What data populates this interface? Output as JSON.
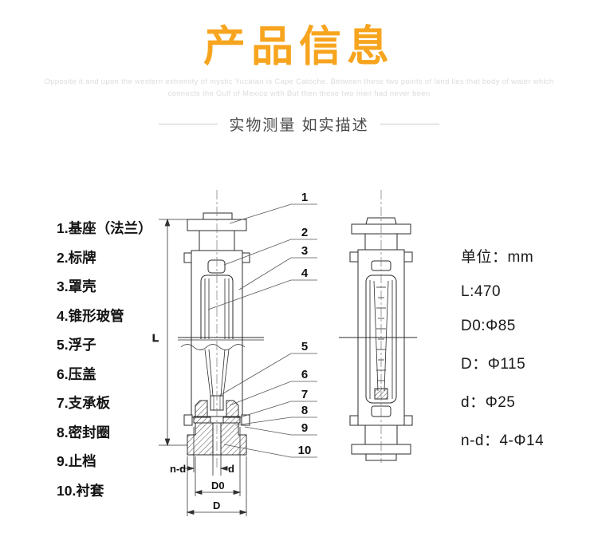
{
  "header": {
    "title": "产品信息",
    "tagline_line1": "Opposite it and upon the western extremity of mystic Yucatan is Cape Catoche.  Between these two points of land lies that body of water which",
    "tagline_line2": "connects the Gulf of Mexico with But then these two men had never been",
    "section_heading": "实物测量 如实描述"
  },
  "parts_list": [
    "1.基座（法兰）",
    "2.标牌",
    "3.罩壳",
    "4.锥形玻管",
    "5.浮子",
    "6.压盖",
    "7.支承板",
    "8.密封圈",
    "9.止档",
    "10.衬套"
  ],
  "diagram": {
    "callouts": [
      "1",
      "2",
      "3",
      "4",
      "5",
      "6",
      "7",
      "8",
      "9",
      "10"
    ],
    "dim_labels": {
      "L": "L",
      "n_d": "n-d",
      "d": "d",
      "D0": "D0",
      "D": "D"
    }
  },
  "specs": [
    "单位：mm",
    "L:470",
    "D0:Φ85",
    "D：Φ115",
    "d：Φ25",
    "n-d：4-Φ14"
  ],
  "colors": {
    "accent": "#F7A41E",
    "line": "#2b2b2b",
    "muted": "#cccccc"
  }
}
